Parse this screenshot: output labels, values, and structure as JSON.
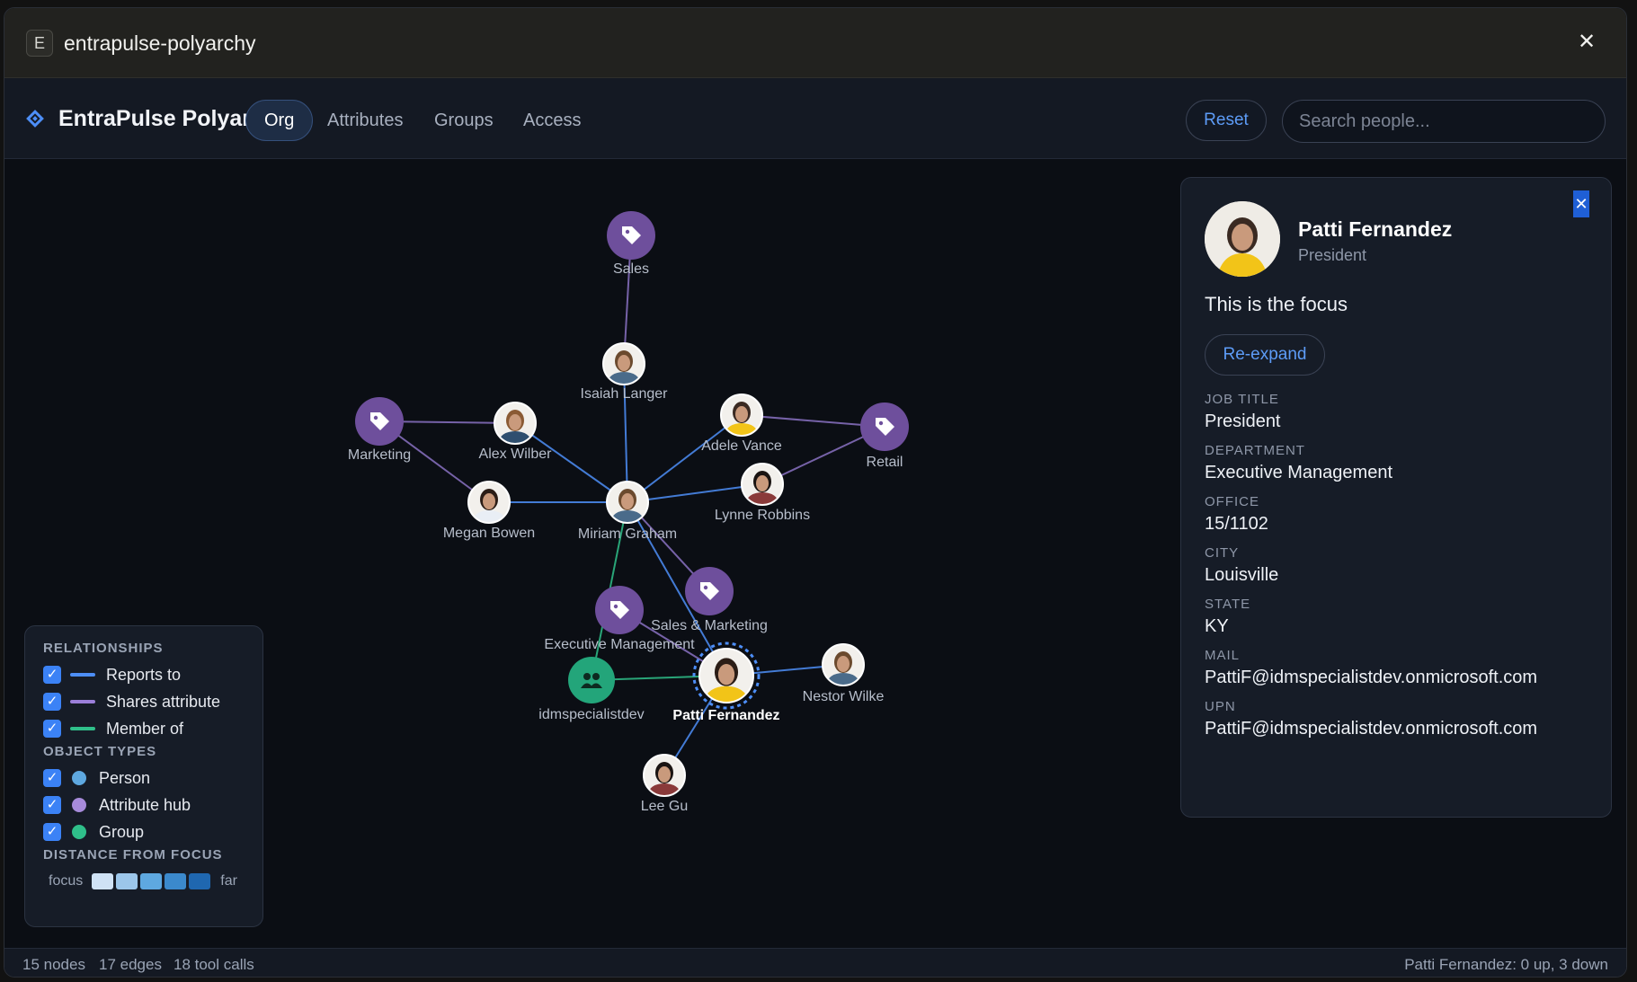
{
  "window": {
    "badge": "E",
    "title": "entrapulse-polyarchy",
    "close": "✕"
  },
  "toolbar": {
    "brand": "EntraPulse Polyarchy",
    "tabs": [
      {
        "label": "Org",
        "active": true
      },
      {
        "label": "Attributes",
        "active": false
      },
      {
        "label": "Groups",
        "active": false
      },
      {
        "label": "Access",
        "active": false
      }
    ],
    "reset_label": "Reset",
    "search_placeholder": "Search people..."
  },
  "colors": {
    "reports_to": "#4d8ef7",
    "shares_attribute": "#9b7fd9",
    "member_of": "#2fbf8a",
    "person": "#5ea8e0",
    "attribute_hub": "#a78bdb",
    "group": "#2fbf8a",
    "focus_ring": "#4d8ef7"
  },
  "graph": {
    "nodes": [
      {
        "id": "sales",
        "label": "Sales",
        "kind": "attribute",
        "icon": "tag-icon"
      },
      {
        "id": "isaiah",
        "label": "Isaiah Langer",
        "kind": "person"
      },
      {
        "id": "marketing",
        "label": "Marketing",
        "kind": "attribute",
        "icon": "tag-icon"
      },
      {
        "id": "alex",
        "label": "Alex Wilber",
        "kind": "person"
      },
      {
        "id": "adele",
        "label": "Adele Vance",
        "kind": "person"
      },
      {
        "id": "retail",
        "label": "Retail",
        "kind": "attribute",
        "icon": "tag-icon"
      },
      {
        "id": "megan",
        "label": "Megan Bowen",
        "kind": "person"
      },
      {
        "id": "miriam",
        "label": "Miriam Graham",
        "kind": "person"
      },
      {
        "id": "lynne",
        "label": "Lynne Robbins",
        "kind": "person"
      },
      {
        "id": "salesmkt",
        "label": "Sales & Marketing",
        "kind": "attribute",
        "icon": "tag-icon"
      },
      {
        "id": "execmgmt",
        "label": "Executive Management",
        "kind": "attribute",
        "icon": "tag-icon"
      },
      {
        "id": "idms",
        "label": "idmspecialistdev",
        "kind": "group",
        "icon": "people-icon"
      },
      {
        "id": "patti",
        "label": "Patti Fernandez",
        "kind": "person",
        "focus": true
      },
      {
        "id": "nestor",
        "label": "Nestor Wilke",
        "kind": "person"
      },
      {
        "id": "leegu",
        "label": "Lee Gu",
        "kind": "person"
      }
    ],
    "edges": [
      {
        "from": "sales",
        "to": "isaiah",
        "type": "shares_attribute"
      },
      {
        "from": "isaiah",
        "to": "miriam",
        "type": "reports_to"
      },
      {
        "from": "marketing",
        "to": "alex",
        "type": "shares_attribute"
      },
      {
        "from": "marketing",
        "to": "megan",
        "type": "shares_attribute"
      },
      {
        "from": "alex",
        "to": "miriam",
        "type": "reports_to"
      },
      {
        "from": "megan",
        "to": "miriam",
        "type": "reports_to"
      },
      {
        "from": "adele",
        "to": "miriam",
        "type": "reports_to"
      },
      {
        "from": "adele",
        "to": "retail",
        "type": "shares_attribute"
      },
      {
        "from": "lynne",
        "to": "retail",
        "type": "shares_attribute"
      },
      {
        "from": "lynne",
        "to": "miriam",
        "type": "reports_to"
      },
      {
        "from": "miriam",
        "to": "salesmkt",
        "type": "shares_attribute"
      },
      {
        "from": "miriam",
        "to": "patti",
        "type": "reports_to"
      },
      {
        "from": "miriam",
        "to": "idms",
        "type": "member_of"
      },
      {
        "from": "execmgmt",
        "to": "patti",
        "type": "shares_attribute"
      },
      {
        "from": "idms",
        "to": "patti",
        "type": "member_of"
      },
      {
        "from": "patti",
        "to": "nestor",
        "type": "reports_to"
      },
      {
        "from": "patti",
        "to": "leegu",
        "type": "reports_to"
      }
    ]
  },
  "legend": {
    "relationships_heading": "RELATIONSHIPS",
    "relationships": [
      {
        "label": "Reports to",
        "checked": true
      },
      {
        "label": "Shares attribute",
        "checked": true
      },
      {
        "label": "Member of",
        "checked": true
      }
    ],
    "object_types_heading": "OBJECT TYPES",
    "object_types": [
      {
        "label": "Person",
        "checked": true
      },
      {
        "label": "Attribute hub",
        "checked": true
      },
      {
        "label": "Group",
        "checked": true
      }
    ],
    "distance_heading": "DISTANCE FROM FOCUS",
    "distance_start": "focus",
    "distance_end": "far",
    "distance_colors": [
      "#cfe2f5",
      "#9cc6ea",
      "#5ea8e0",
      "#3b89cc",
      "#1f67b0"
    ],
    "check_mark": "✓"
  },
  "panel": {
    "close": "✕",
    "name": "Patti Fernandez",
    "title": "President",
    "focus_text": "This is the focus",
    "reexpand_label": "Re-expand",
    "fields": [
      {
        "label": "JOB TITLE",
        "value": "President"
      },
      {
        "label": "DEPARTMENT",
        "value": "Executive Management"
      },
      {
        "label": "OFFICE",
        "value": "15/1102"
      },
      {
        "label": "CITY",
        "value": "Louisville"
      },
      {
        "label": "STATE",
        "value": "KY"
      },
      {
        "label": "MAIL",
        "value": "PattiF@idmspecialistdev.onmicrosoft.com"
      },
      {
        "label": "UPN",
        "value": "PattiF@idmspecialistdev.onmicrosoft.com"
      }
    ]
  },
  "status": {
    "nodes": "15 nodes",
    "edges": "17 edges",
    "tool_calls": "18 tool calls",
    "focus_summary": "Patti Fernandez: 0 up, 3 down"
  }
}
